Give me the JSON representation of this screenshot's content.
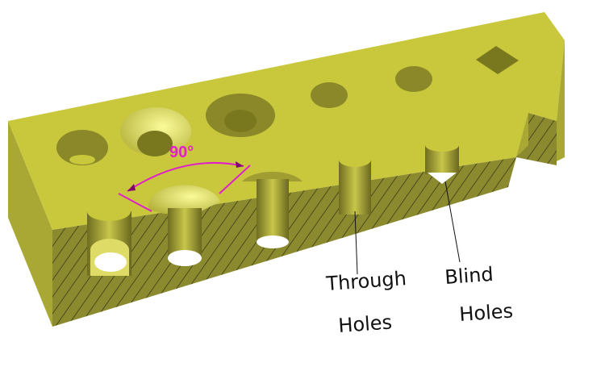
{
  "annotation": {
    "angle": "90°",
    "color": "#e020c8"
  },
  "labels": {
    "through_line1": "Through",
    "through_line2": "Holes",
    "blind_line1": "Blind",
    "blind_line2": "Holes"
  },
  "colors": {
    "top_face": "#c9c83c",
    "section_face": "#8c8a2e",
    "side_face": "#a9a834",
    "hatch": "#3a3a1a"
  }
}
